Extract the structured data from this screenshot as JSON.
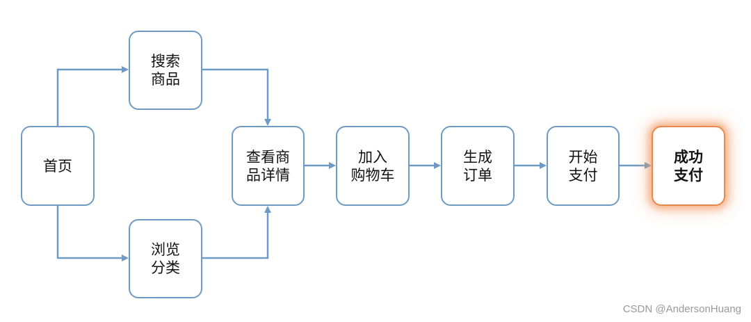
{
  "nodes": {
    "home": "首页",
    "search": "搜索\n商品",
    "browse": "浏览\n分类",
    "detail": "查看商\n品详情",
    "cart": "加入\n购物车",
    "order": "生成\n订单",
    "pay": "开始\n支付",
    "done": "成功\n支付"
  },
  "colors": {
    "node_border": "#6e9bc5",
    "connector": "#6e9bc5",
    "final_border": "#e9884a",
    "final_glow": "#f08c50"
  },
  "watermark": "CSDN @AndersonHuang"
}
